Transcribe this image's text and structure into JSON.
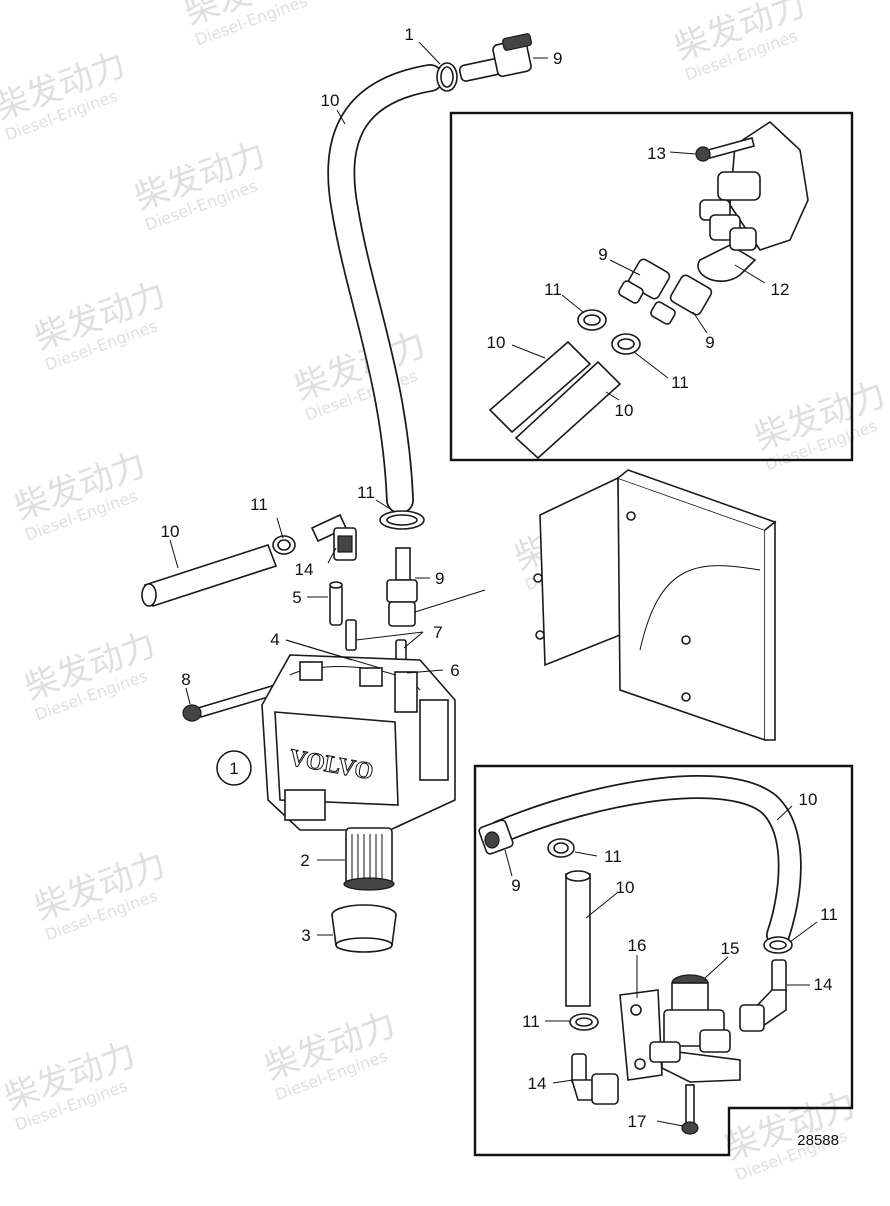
{
  "watermark": {
    "cn": "柴发动力",
    "en": "Diesel-Engines"
  },
  "main_callouts": {
    "c1": "1",
    "c9a": "9",
    "c10a": "10",
    "c11a": "11",
    "c9b": "9",
    "c11b": "11",
    "c10b": "10",
    "c14a": "14",
    "c5": "5",
    "c4": "4",
    "c7": "7",
    "c6": "6",
    "c8": "8",
    "c2": "2",
    "c3": "3",
    "circle1": "1"
  },
  "brand_text": "VOLVO",
  "inset_top_callouts": {
    "c13": "13",
    "c9a": "9",
    "c12": "12",
    "c11a": "11",
    "c10a": "10",
    "c9b": "9",
    "c11b": "11",
    "c10b": "10"
  },
  "inset_bottom_callouts": {
    "c10a": "10",
    "c9": "9",
    "c11a": "11",
    "c10b": "10",
    "c11b": "11",
    "c16": "16",
    "c15": "15",
    "c14a": "14",
    "c11c": "11",
    "c14b": "14",
    "c17": "17"
  },
  "figure_ref": "28588"
}
